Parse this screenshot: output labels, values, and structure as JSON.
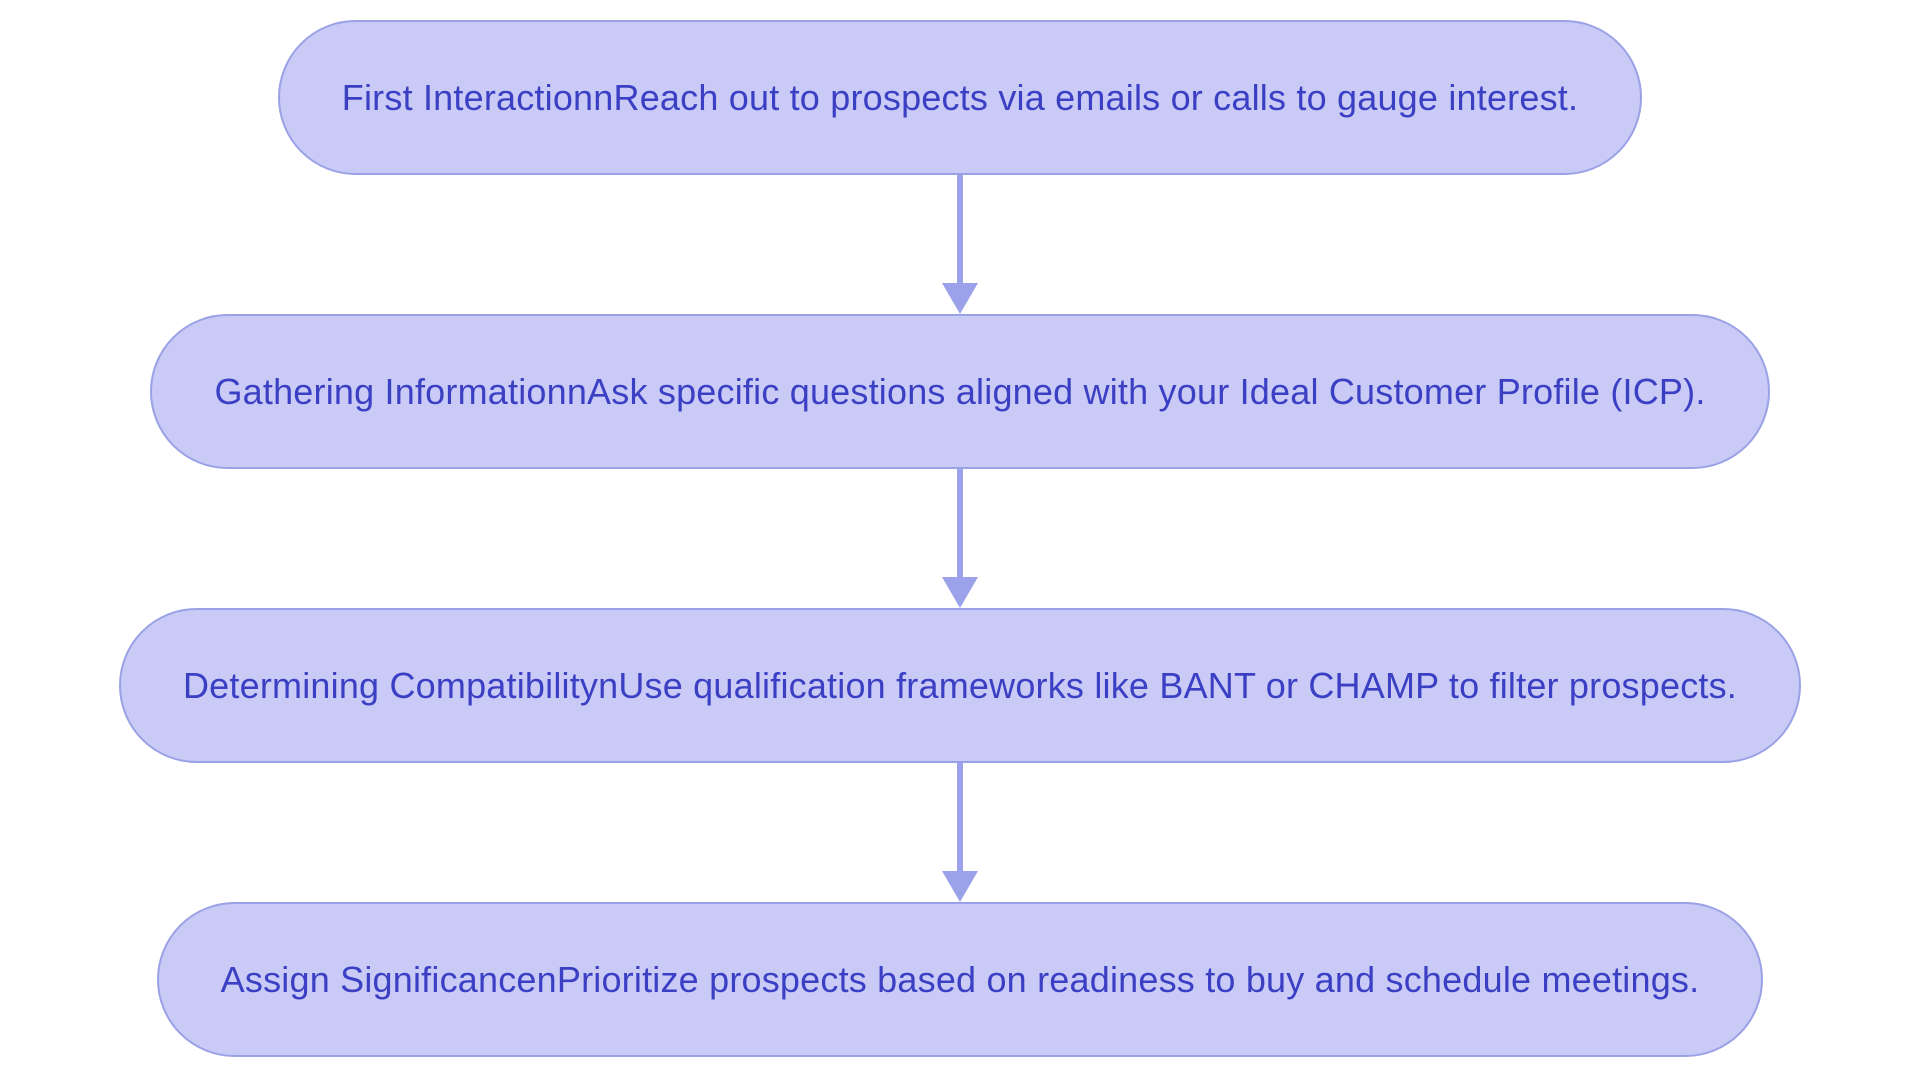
{
  "flowchart": {
    "type": "flowchart",
    "direction": "top-down",
    "style": {
      "canvas_background": "#ffffff",
      "node_fill": "#c9cbf6",
      "node_border": "#9aa1e6",
      "text_color": "#3b3fc4",
      "arrow_color": "#9ba2ea"
    },
    "steps": [
      {
        "label": "First InteractionnReach out to prospects via emails or calls to gauge interest."
      },
      {
        "label": "Gathering InformationnAsk specific questions aligned with your Ideal Customer Profile (ICP)."
      },
      {
        "label": "Determining CompatibilitynUse qualification frameworks like BANT or CHAMP to filter prospects."
      },
      {
        "label": "Assign SignificancenPrioritize prospects based on readiness to buy and schedule meetings."
      }
    ]
  }
}
